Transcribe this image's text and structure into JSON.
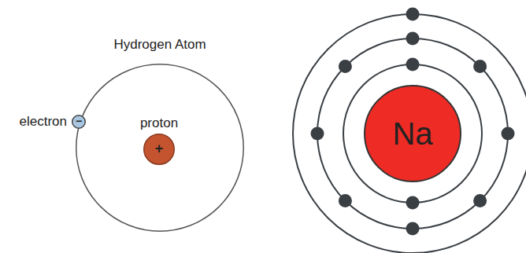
{
  "diagram": {
    "nodes": [
      {
        "text": [
          "Hydrogen Atom"
        ]
      },
      {
        "text": [
          "proton",
          "+"
        ],
        "in": 0
      },
      {
        "text": [
          "electron",
          "−"
        ]
      },
      {
        "text": [
          "Na"
        ]
      }
    ]
  }
}
